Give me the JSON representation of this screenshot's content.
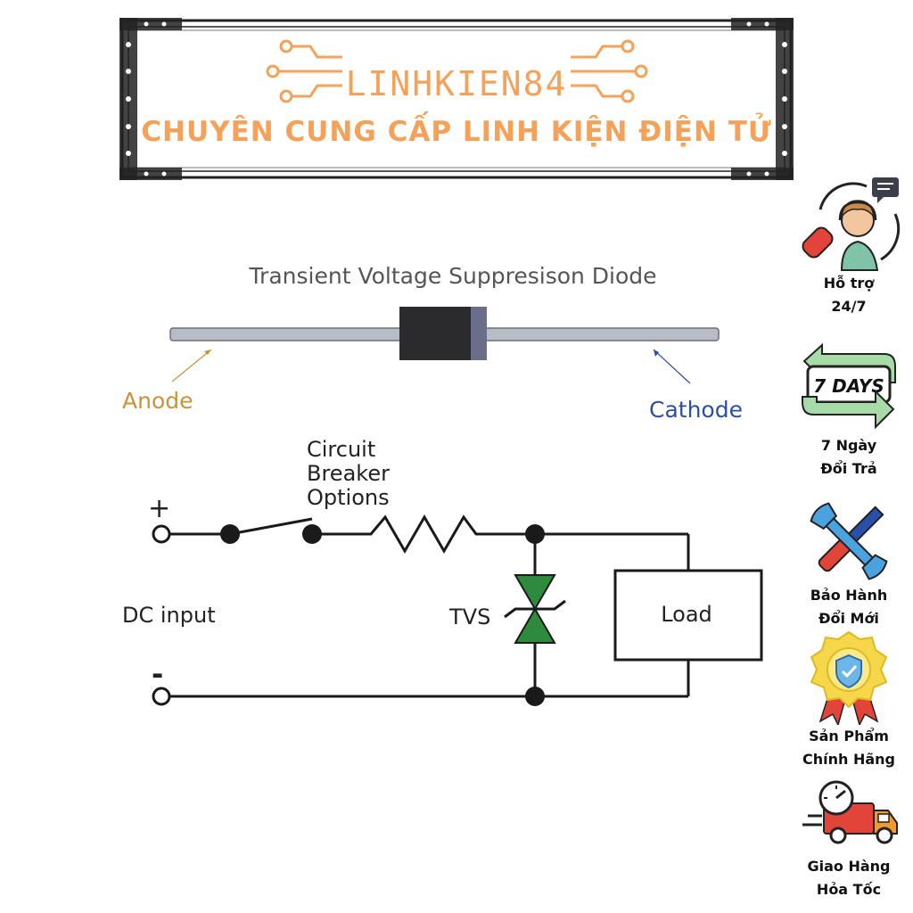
{
  "banner": {
    "brand": "LINHKIEN84",
    "tagline": "CHUYÊN CUNG CẤP LINH KIỆN ĐIỆN TỬ"
  },
  "diagram": {
    "title": "Transient Voltage Suppresison Diode",
    "anode_label": "Anode",
    "cathode_label": "Cathode",
    "breaker_label": [
      "Circuit",
      "Breaker",
      "Options"
    ],
    "plus_label": "+",
    "minus_label": "-",
    "dc_input_label": "DC input",
    "tvs_label": "TVS",
    "load_label": "Load",
    "colors": {
      "anode": "#c8943a",
      "cathode": "#2a4fa8",
      "tvs_fill": "#2e8a3c",
      "wire": "#1a1a1a"
    }
  },
  "sidebar": {
    "features": [
      {
        "icon": "support-agent-icon",
        "label": "Hỗ trợ\n24/7"
      },
      {
        "icon": "seven-days-return-icon",
        "badge": "7 DAYS",
        "label": "7 Ngày\nĐổi Trả"
      },
      {
        "icon": "wrench-screwdriver-icon",
        "label": "Bảo Hành\nĐổi Mới"
      },
      {
        "icon": "verified-badge-icon",
        "label": "Sản Phẩm\nChính Hãng"
      },
      {
        "icon": "fast-delivery-truck-icon",
        "label": "Giao Hàng\nHỏa Tốc"
      }
    ]
  }
}
